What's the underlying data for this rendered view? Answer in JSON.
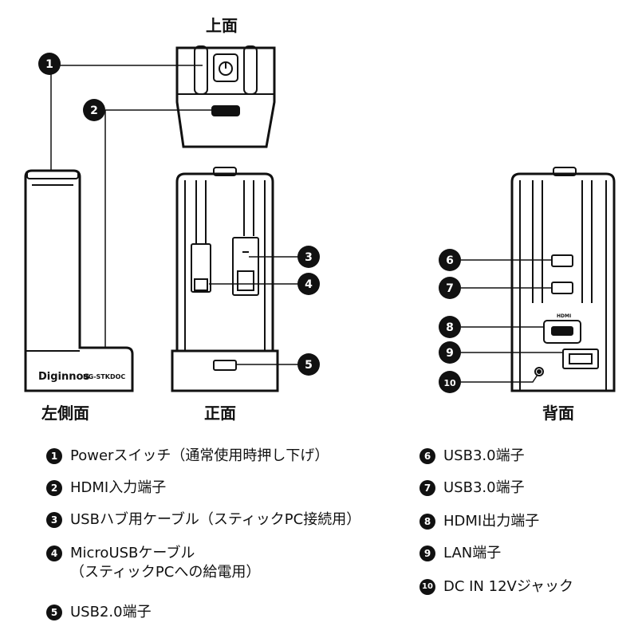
{
  "views": {
    "top": "上面",
    "left": "左側面",
    "front": "正面",
    "back": "背面"
  },
  "device": {
    "brand": "Diginnos",
    "model": "DG-STKDOC",
    "hdmi_mark": "HDMI"
  },
  "callouts": [
    "1",
    "2",
    "3",
    "4",
    "5",
    "6",
    "7",
    "8",
    "9",
    "10"
  ],
  "legend_left": [
    {
      "num": "1",
      "text": "Powerスイッチ（通常使用時押し下げ）"
    },
    {
      "num": "2",
      "text": "HDMI入力端子"
    },
    {
      "num": "3",
      "text": "USBハブ用ケーブル（スティックPC接続用）"
    },
    {
      "num": "4",
      "text": "MicroUSBケーブル",
      "sub": "（スティックPCへの給電用）"
    },
    {
      "num": "5",
      "text": "USB2.0端子"
    }
  ],
  "legend_right": [
    {
      "num": "6",
      "text": "USB3.0端子"
    },
    {
      "num": "7",
      "text": "USB3.0端子"
    },
    {
      "num": "8",
      "text": "HDMI出力端子"
    },
    {
      "num": "9",
      "text": "LAN端子"
    },
    {
      "num": "10",
      "text": "DC IN 12Vジャック"
    }
  ],
  "colors": {
    "line": "#111111",
    "body_fill": "#ffffff",
    "badge": "#111111",
    "badge_text": "#ffffff"
  }
}
